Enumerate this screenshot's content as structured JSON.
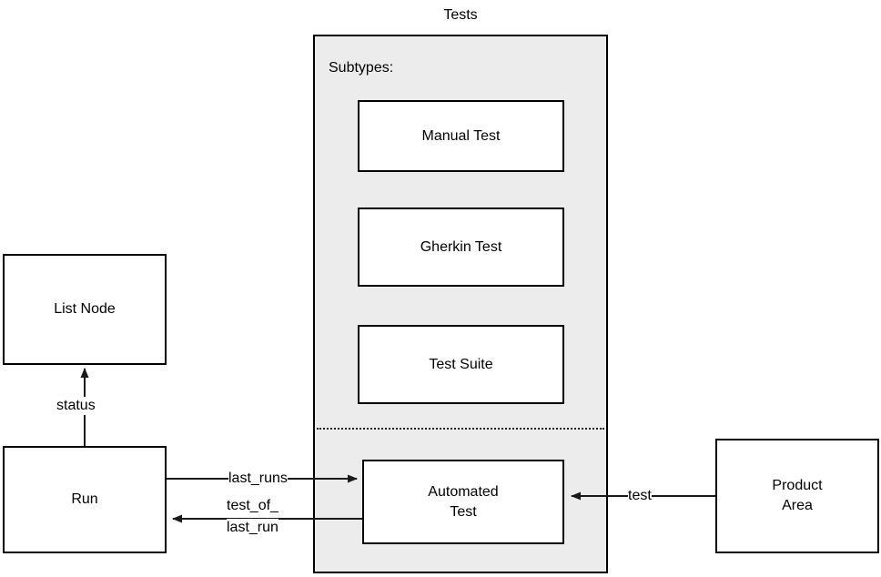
{
  "diagram": {
    "type": "entity-relationship-diagram",
    "background_color": "#ffffff",
    "group_fill_color": "#ececec",
    "stroke_color": "#000000",
    "group": {
      "title": "Tests",
      "subtypes_label": "Subtypes:",
      "subtype_nodes": [
        {
          "label": "Manual Test"
        },
        {
          "label": "Gherkin Test"
        },
        {
          "label": "Test Suite"
        }
      ],
      "separator": "dotted",
      "below_separator_nodes": [
        {
          "label_line1": "Automated",
          "label_line2": "Test"
        }
      ]
    },
    "outside_nodes": [
      {
        "id": "list-node",
        "label": "List Node"
      },
      {
        "id": "run",
        "label": "Run"
      },
      {
        "id": "product-area",
        "label_line1": "Product",
        "label_line2": "Area"
      }
    ],
    "edges": [
      {
        "id": "run-to-list-node",
        "label": "status",
        "from": "Run",
        "to": "List Node",
        "direction": "up"
      },
      {
        "id": "run-to-automated-test",
        "label": "last_runs",
        "from": "Run",
        "to": "Automated Test",
        "direction": "right"
      },
      {
        "id": "automated-test-to-run",
        "label_line1": "test_of_",
        "label_line2": "last_run",
        "from": "Automated Test",
        "to": "Run",
        "direction": "left"
      },
      {
        "id": "product-area-to-automated-test",
        "label": "test",
        "from": "Product Area",
        "to": "Automated Test",
        "direction": "left"
      }
    ]
  }
}
